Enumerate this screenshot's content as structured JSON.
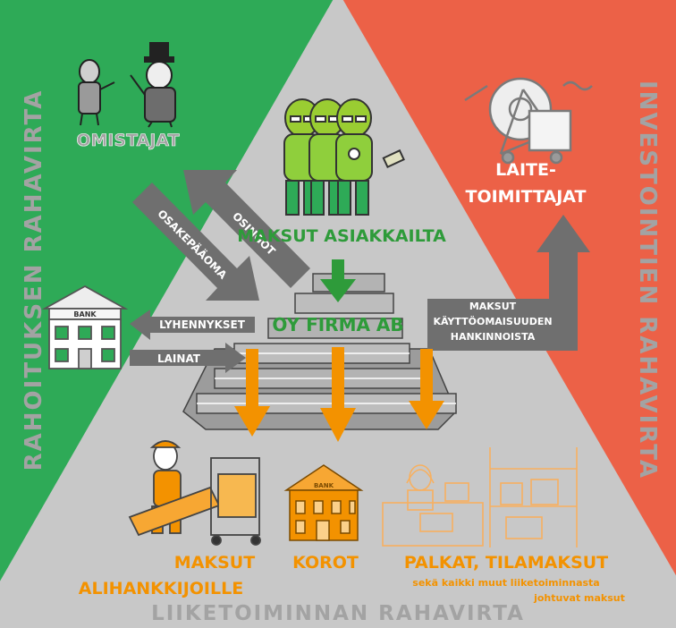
{
  "colors": {
    "green": "#2eaa57",
    "red": "#ec6147",
    "gray": "#c8c8c8",
    "arrow_gray": "#6f6f6f",
    "orange": "#f39200",
    "label_gray": "#a3a3a3",
    "text_green": "#2e9b3a",
    "white": "#ffffff"
  },
  "sections": {
    "left": "RAHOITUKSEN RAHAVIRTA",
    "right": "INVESTOINTIEN RAHAVIRTA",
    "bottom": "LIIKETOIMINNAN RAHAVIRTA"
  },
  "actors": {
    "owners": "OMISTAJAT",
    "suppliers_line1": "LAITE-",
    "suppliers_line2": "TOIMITTAJAT",
    "bank_sign": "BANK",
    "bank_sign_small": "BANK"
  },
  "center": {
    "customer_payments": "MAKSUT ASIAKKAILTA",
    "company": "OY FIRMA AB"
  },
  "arrows": {
    "equity": "OSAKEPÄÄOMA",
    "dividends": "OSINGOT",
    "repayments": "LYHENNYKSET",
    "loans": "LAINAT",
    "investment_line1": "MAKSUT",
    "investment_line2": "KÄYTTÖOMAISUUDEN",
    "investment_line3": "HANKINNOISTA"
  },
  "outflows": {
    "subcontractors_line1": "MAKSUT",
    "subcontractors_line2": "ALIHANKKIJOILLE",
    "interest": "KOROT",
    "wages": "PALKAT, TILAMAKSUT",
    "other_line1": "sekä kaikki muut liiketoiminnasta",
    "other_line2": "johtuvat maksut"
  }
}
